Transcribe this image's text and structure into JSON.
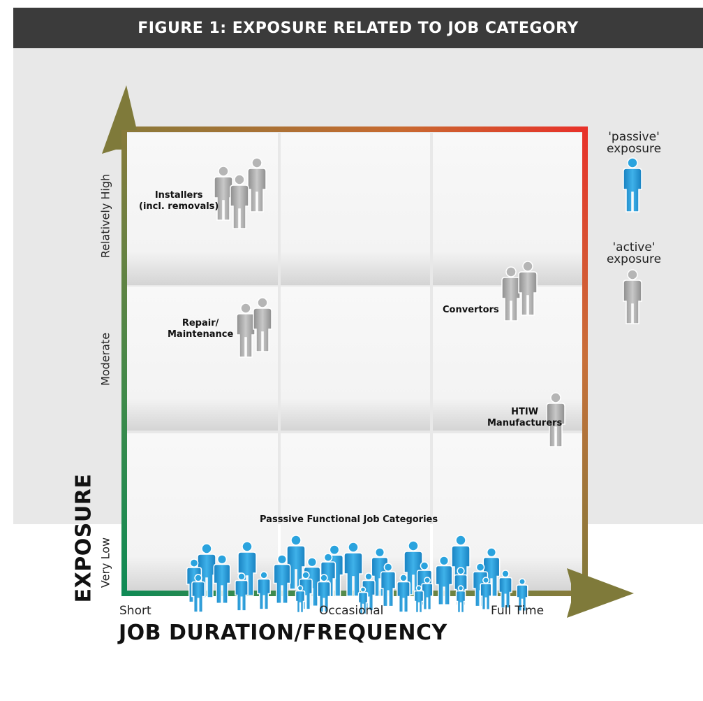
{
  "header": {
    "title": "FIGURE 1: EXPOSURE RELATED TO JOB CATEGORY"
  },
  "axes": {
    "y_title": "EXPOSURE",
    "x_title": "JOB DURATION/FREQUENCY",
    "y_ticks": [
      "Relatively High",
      "Moderate",
      "Very Low"
    ],
    "x_ticks": [
      "Short",
      "Occasional",
      "Full Time"
    ]
  },
  "categories": {
    "installers": "Installers\n(incl. removals)",
    "repair": "Repair/\nMaintenance",
    "convertors": "Convertors",
    "htiw": "HTIW\nManufacturers",
    "passive": "Passsive Functional Job Categories"
  },
  "legend": {
    "passive": "'passive'\nexposure",
    "active": "'active'\nexposure"
  },
  "colors": {
    "active_figure": "#a9a9a9",
    "passive_figure": "#1f9bd7",
    "axis_low": "#1a8a4a",
    "axis_high": "#e8312a",
    "arrow": "#7f7a3a",
    "header_bg": "#3b3b3b"
  },
  "icons": {
    "person": "person-icon"
  }
}
